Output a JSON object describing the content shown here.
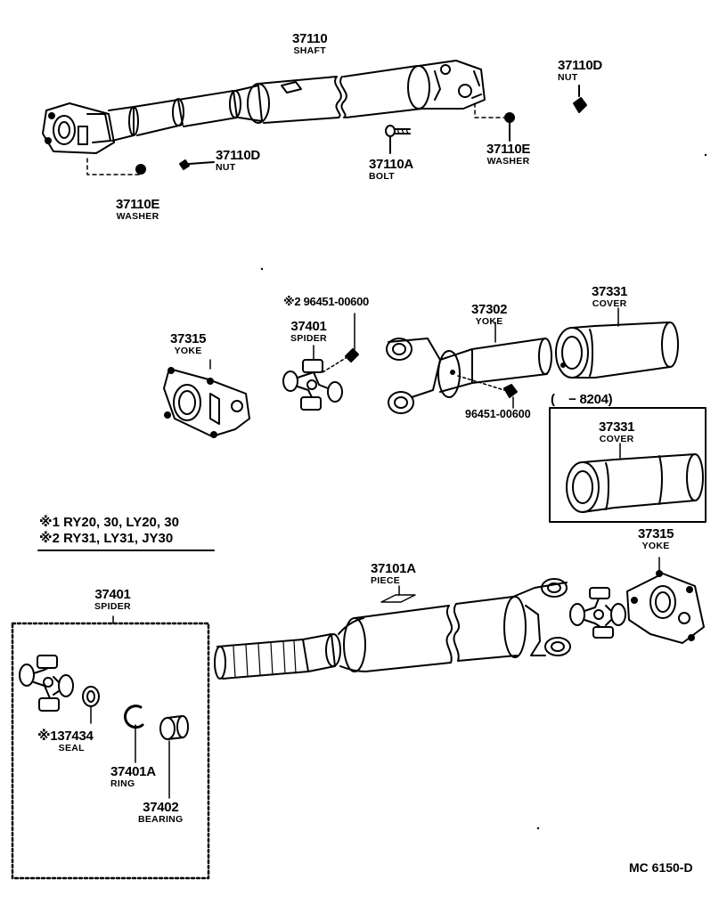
{
  "parts": {
    "shaft": {
      "number": "37110",
      "name": "SHAFT"
    },
    "nut_top": {
      "number": "37110D",
      "name": "NUT"
    },
    "nut_mid": {
      "number": "37110D",
      "name": "NUT"
    },
    "washer_right": {
      "number": "37110E",
      "name": "WASHER"
    },
    "washer_left": {
      "number": "37110E",
      "name": "WASHER"
    },
    "bolt": {
      "number": "37110A",
      "name": "BOLT"
    },
    "yoke_flange_mid": {
      "number": "37315",
      "name": "YOKE"
    },
    "spider_mid": {
      "number": "37401",
      "name": "SPIDER"
    },
    "fitting_mid": {
      "mark": "※2",
      "number": "96451-00600"
    },
    "yoke_slip": {
      "number": "37302",
      "name": "YOKE"
    },
    "cover_top": {
      "number": "37331",
      "name": "COVER"
    },
    "fitting_low": {
      "number": "96451-00600"
    },
    "cover_box": {
      "range": "(    − 8204)",
      "number": "37331",
      "name": "COVER"
    },
    "yoke_flange_right": {
      "number": "37315",
      "name": "YOKE"
    },
    "piece": {
      "number": "37101A",
      "name": "PIECE"
    },
    "spider_kit": {
      "number": "37401",
      "name": "SPIDER"
    },
    "seal": {
      "mark": "※1",
      "number": "37434",
      "name": "SEAL"
    },
    "ring": {
      "number": "37401A",
      "name": "RING"
    },
    "bearing": {
      "number": "37402",
      "name": "BEARING"
    }
  },
  "notes": {
    "note1": "※1 RY20, 30, LY20, 30",
    "note2": "※2 RY31, LY31, JY30"
  },
  "footer": {
    "code": "MC  6150-D"
  }
}
